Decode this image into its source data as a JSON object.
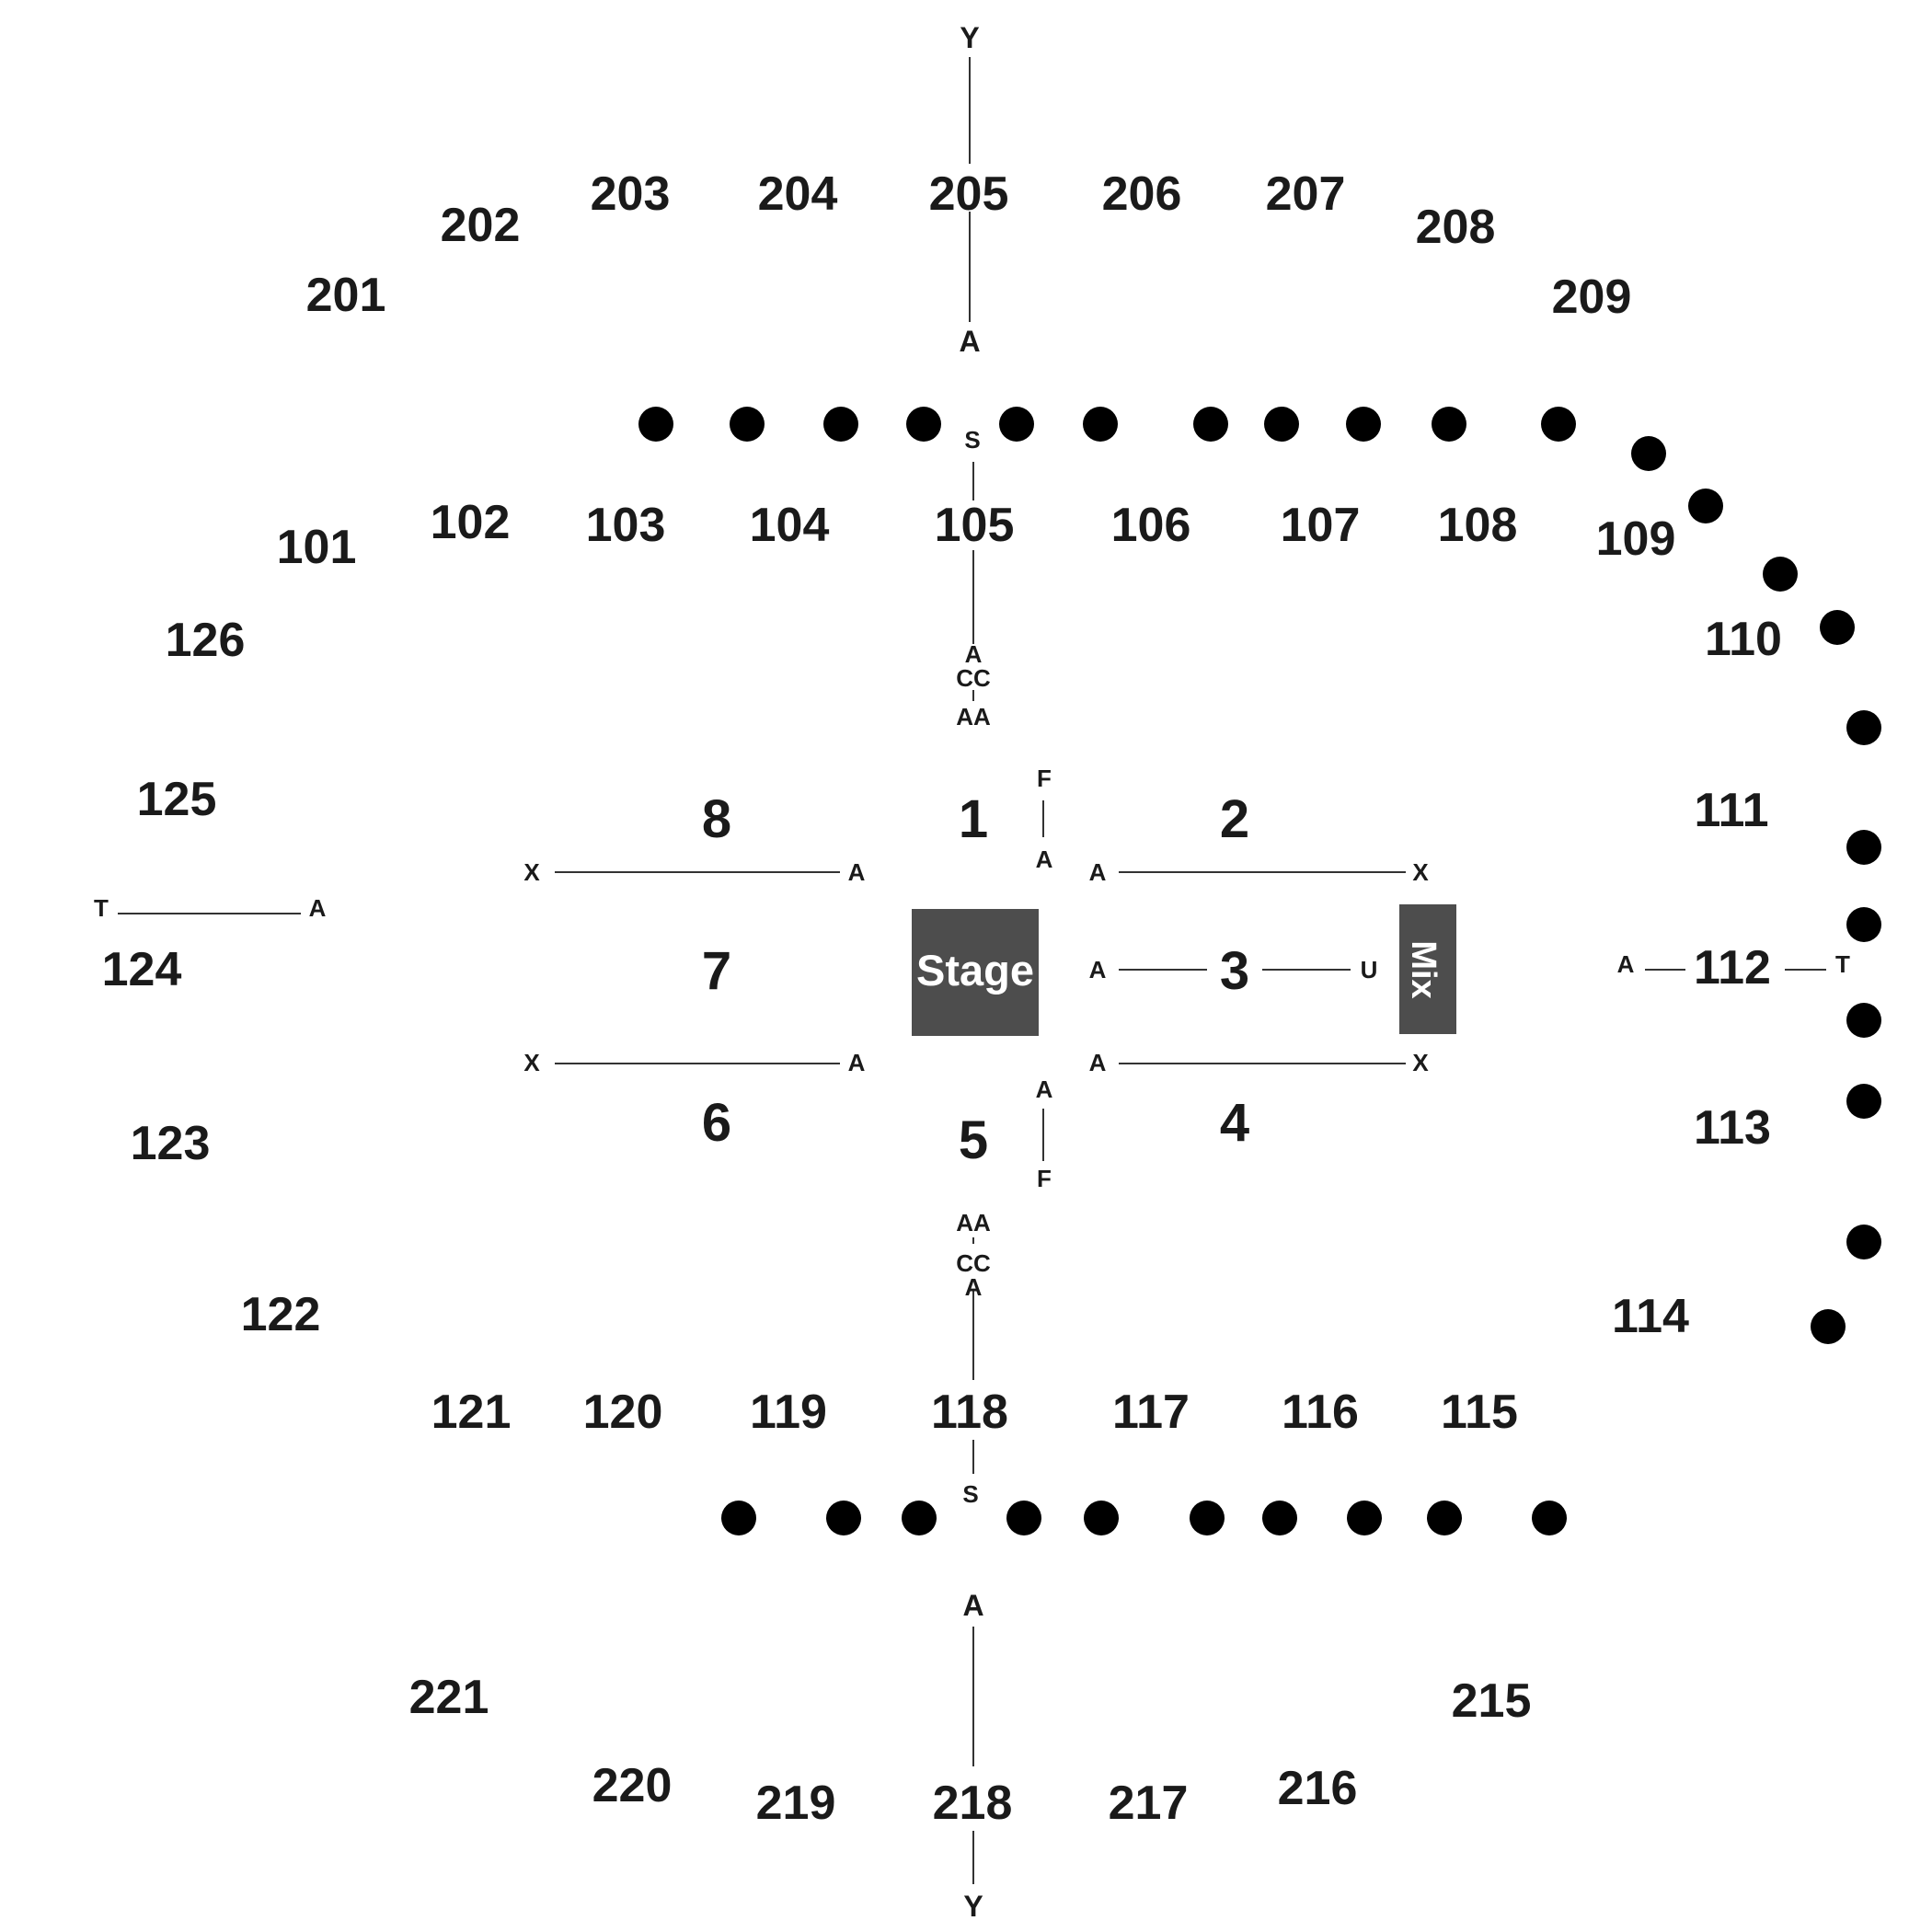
{
  "sections": {
    "s201": "201",
    "s202": "202",
    "s203": "203",
    "s204": "204",
    "s205": "205",
    "s206": "206",
    "s207": "207",
    "s208": "208",
    "s209": "209",
    "s101": "101",
    "s102": "102",
    "s103": "103",
    "s104": "104",
    "s105": "105",
    "s106": "106",
    "s107": "107",
    "s108": "108",
    "s109": "109",
    "s110": "110",
    "s111": "111",
    "s112": "112",
    "s113": "113",
    "s114": "114",
    "s115": "115",
    "s116": "116",
    "s117": "117",
    "s118": "118",
    "s119": "119",
    "s120": "120",
    "s121": "121",
    "s122": "122",
    "s123": "123",
    "s124": "124",
    "s125": "125",
    "s126": "126",
    "s215": "215",
    "s216": "216",
    "s217": "217",
    "s218": "218",
    "s219": "219",
    "s220": "220",
    "s221": "221"
  },
  "floor": {
    "f1": "1",
    "f2": "2",
    "f3": "3",
    "f4": "4",
    "f5": "5",
    "f6": "6",
    "f7": "7",
    "f8": "8"
  },
  "stage": {
    "label": "Stage",
    "color": "#4d4d4d"
  },
  "mix": {
    "label": "Mix",
    "color": "#4d4d4d"
  },
  "rows": {
    "Y": "Y",
    "A": "A",
    "S": "S",
    "CC": "CC",
    "AA": "AA",
    "F": "F",
    "X": "X",
    "T": "T",
    "U": "U"
  },
  "accessibility": {
    "icon": "wheelchair-icon",
    "color": "#1238d6"
  }
}
